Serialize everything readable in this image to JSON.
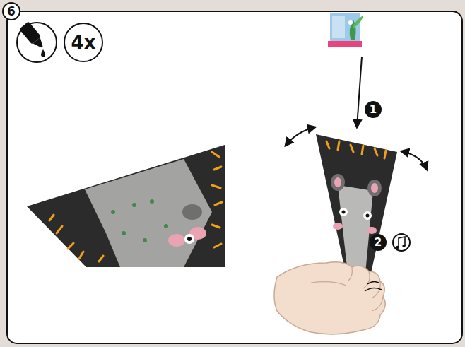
{
  "diagram": {
    "nodes": [
      {
        "text": [
          "6"
        ]
      },
      {
        "text": [
          "4x"
        ]
      },
      {
        "text": [
          "1"
        ]
      },
      {
        "text": [
          "2"
        ]
      }
    ]
  }
}
